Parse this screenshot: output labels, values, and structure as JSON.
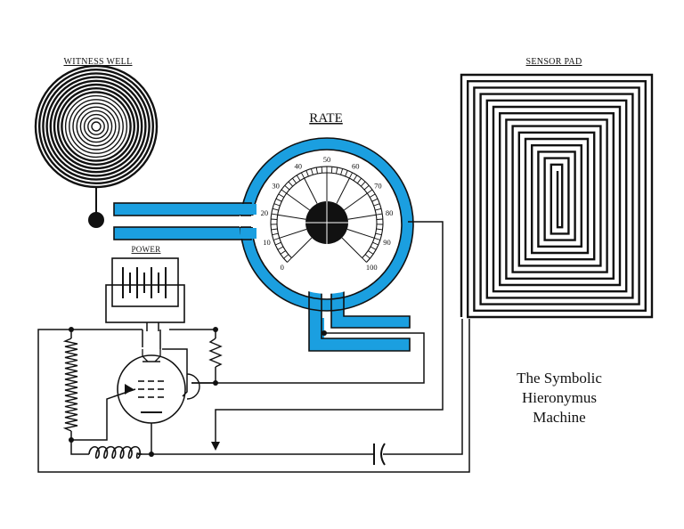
{
  "labels": {
    "witness_well": "WITNESS WELL",
    "sensor_pad": "SENSOR PAD",
    "rate": "RATE",
    "power": "POWER"
  },
  "title_lines": [
    "The Symbolic",
    "Hieronymus",
    "Machine"
  ],
  "dial": {
    "scale": [
      "0",
      "10",
      "20",
      "30",
      "40",
      "50",
      "60",
      "70",
      "80",
      "90",
      "100"
    ]
  },
  "colors": {
    "channel": "#1b9fe0",
    "ink": "#111111",
    "background": "#ffffff"
  }
}
